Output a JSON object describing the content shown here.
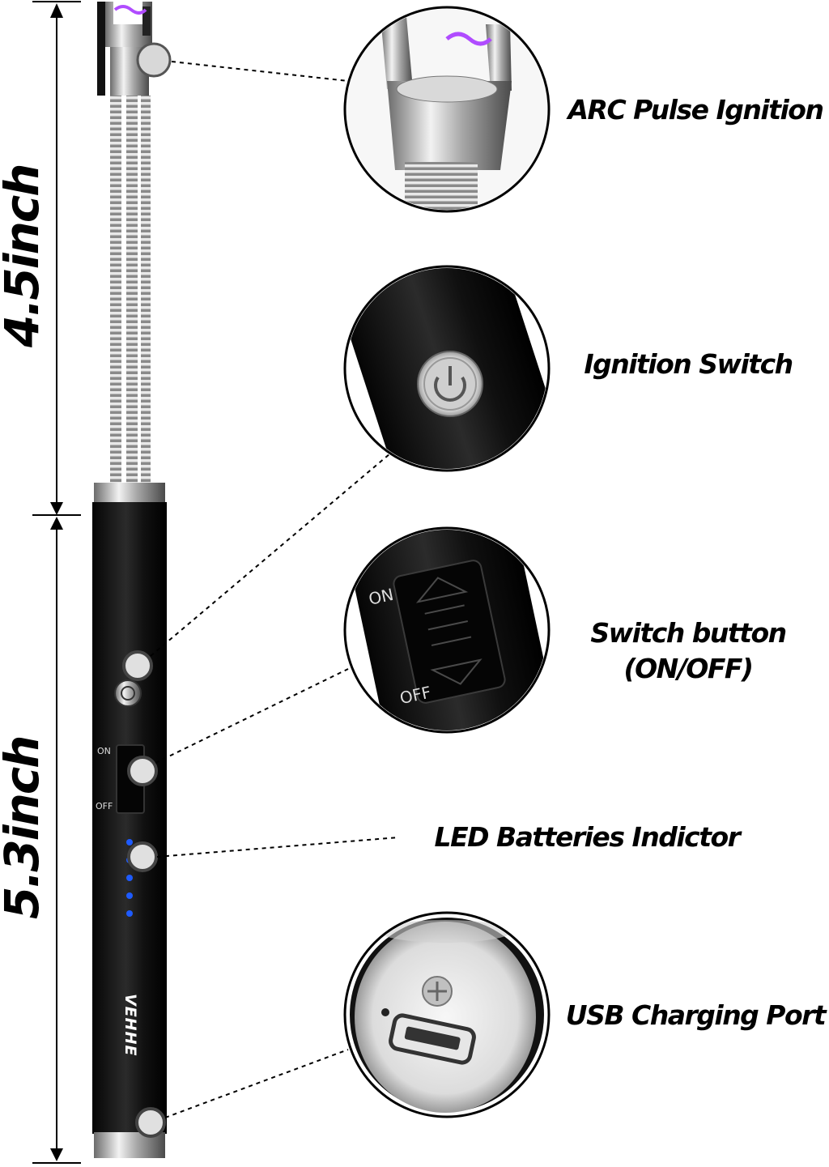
{
  "dimensions": {
    "upper": "4.5inch",
    "lower": "5.3inch"
  },
  "brand": "VEHHE",
  "device_labels": {
    "on": "ON",
    "off": "OFF"
  },
  "callouts": {
    "arc": "ARC Pulse Ignition",
    "ignition": "Ignition Switch",
    "switch_line1": "Switch button",
    "switch_line2": "(ON/OFF)",
    "led": "LED Batteries Indictor",
    "usb": "USB Charging Port"
  },
  "colors": {
    "body": "#141414",
    "led": "#1e5bff",
    "arc": "#b04cff",
    "metal": "#c8c8c8"
  },
  "icons": [
    "power-icon"
  ]
}
